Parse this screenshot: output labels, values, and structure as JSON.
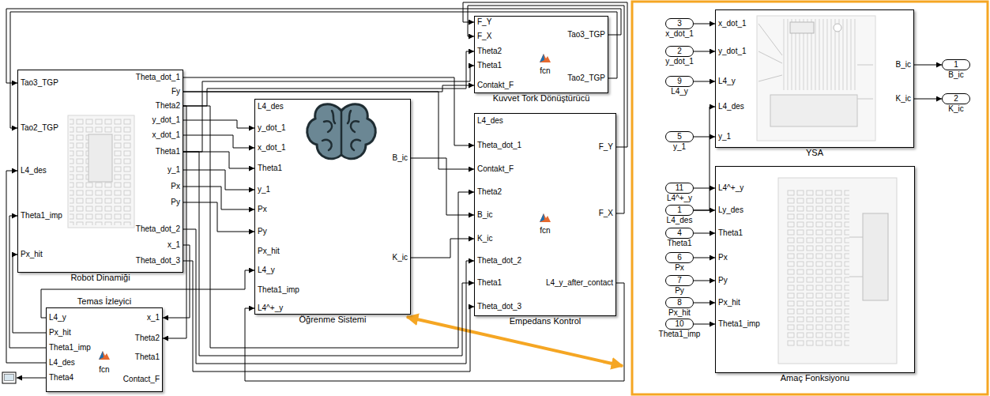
{
  "diagram": {
    "nodes": [
      {
        "text": [
          "Robot Dinamiği",
          "Tao3_TGP",
          "Tao2_TGP",
          "L4_des",
          "Theta1_imp",
          "Px_hit",
          "Theta_dot_1",
          "Fy",
          "Theta2",
          "y_dot_1",
          "x_dot_1",
          "Theta1",
          "y_1",
          "Px",
          "Py",
          "Theta_dot_2",
          "x_1",
          "Theta_dot_3"
        ]
      },
      {
        "text": [
          "Temas İzleyici",
          "fcn",
          "L4_y",
          "Px_hit",
          "Theta1_imp",
          "L4_des",
          "Theta4",
          "x_1",
          "Theta2",
          "Theta1",
          "Contact_F"
        ]
      },
      {
        "text": [
          "Öğrenme Sistemi",
          "L4_des",
          "y_dot_1",
          "x_dot_1",
          "Theta1",
          "y_1",
          "Px",
          "Py",
          "Px_hit",
          "L4_y",
          "Theta1_imp",
          "L4^+_y",
          "B_ic",
          "K_ic"
        ]
      },
      {
        "text": [
          "Kuvvet Tork Dönüştürücü",
          "fcn",
          "F_Y",
          "F_X",
          "Theta2",
          "Theta1",
          "Contakt_F",
          "Tao3_TGP",
          "Tao2_TGP"
        ]
      },
      {
        "text": [
          "Empedans Kontrol",
          "fcn",
          "L4_des",
          "Theta_dot_1",
          "Contakt_F",
          "Theta2",
          "B_ic",
          "K_ic",
          "Theta_dot_2",
          "Theta1",
          "Theta_dot_3",
          "F_Y",
          "F_X",
          "L4_y_after_contact"
        ]
      },
      {
        "text": [
          "YSA",
          "x_dot_1",
          "y_dot_1",
          "L4_y",
          "L4_des",
          "y_1",
          "B_ic",
          "K_ic"
        ]
      },
      {
        "text": [
          "Amaç Fonksiyonu",
          "L4^+_y",
          "Ly_des",
          "Theta1",
          "Px",
          "Py",
          "Px_hit",
          "Theta1_imp"
        ]
      },
      {
        "text": [
          "3",
          "x_dot_1"
        ]
      },
      {
        "text": [
          "2",
          "y_dot_1"
        ]
      },
      {
        "text": [
          "9",
          "L4_y"
        ]
      },
      {
        "text": [
          "5",
          "y_1"
        ]
      },
      {
        "text": [
          "11",
          "L4^+_y"
        ]
      },
      {
        "text": [
          "1",
          "L4_des"
        ]
      },
      {
        "text": [
          "4",
          "Theta1"
        ]
      },
      {
        "text": [
          "6",
          "Px"
        ]
      },
      {
        "text": [
          "7",
          "Py"
        ]
      },
      {
        "text": [
          "8",
          "Px_hit"
        ]
      },
      {
        "text": [
          "10",
          "Theta1_imp"
        ]
      },
      {
        "text": [
          "1",
          "B_ic"
        ]
      },
      {
        "text": [
          "2",
          "K_ic"
        ]
      }
    ],
    "edges": [
      {
        "from": 3,
        "to": 0,
        "arrow": "to"
      },
      {
        "from": 3,
        "to": 0,
        "arrow": "to"
      },
      {
        "from": 4,
        "to": 3,
        "arrow": "to"
      },
      {
        "from": 4,
        "to": 3,
        "arrow": "to"
      },
      {
        "from": 0,
        "to": 4,
        "arrow": "to"
      },
      {
        "from": 0,
        "to": 3,
        "arrow": "to"
      },
      {
        "from": 0,
        "to": 4,
        "arrow": "to"
      },
      {
        "from": 0,
        "to": 3,
        "arrow": "to"
      },
      {
        "from": 0,
        "to": 4,
        "arrow": "to"
      },
      {
        "from": 0,
        "to": 1,
        "arrow": "to"
      },
      {
        "from": 0,
        "to": 3,
        "arrow": "to"
      },
      {
        "from": 0,
        "to": 4,
        "arrow": "to"
      },
      {
        "from": 0,
        "to": 2,
        "arrow": "to"
      },
      {
        "from": 0,
        "to": 2,
        "arrow": "to"
      },
      {
        "from": 0,
        "to": 2,
        "arrow": "to"
      },
      {
        "from": 0,
        "to": 2,
        "arrow": "to"
      },
      {
        "from": 0,
        "to": 2,
        "arrow": "to"
      },
      {
        "from": 0,
        "to": 2,
        "arrow": "to"
      },
      {
        "from": 0,
        "to": 4,
        "arrow": "to"
      },
      {
        "from": 0,
        "to": 4,
        "arrow": "to"
      },
      {
        "from": 0,
        "to": 1,
        "arrow": "to"
      },
      {
        "from": 2,
        "to": 4,
        "arrow": "to"
      },
      {
        "from": 2,
        "to": 4,
        "arrow": "to"
      },
      {
        "from": 4,
        "to": 2,
        "arrow": "to"
      },
      {
        "from": 1,
        "to": 2,
        "arrow": "to"
      },
      {
        "from": 1,
        "to": 0,
        "arrow": "to"
      },
      {
        "from": 1,
        "to": 0,
        "arrow": "to"
      },
      {
        "from": 1,
        "to": 0,
        "arrow": "to"
      },
      {
        "from": 7,
        "to": 5,
        "arrow": "to"
      },
      {
        "from": 8,
        "to": 5,
        "arrow": "to"
      },
      {
        "from": 9,
        "to": 5,
        "arrow": "to"
      },
      {
        "from": 10,
        "to": 5,
        "arrow": "to"
      },
      {
        "from": 12,
        "to": 5,
        "arrow": "to"
      },
      {
        "from": 11,
        "to": 6,
        "arrow": "to"
      },
      {
        "from": 12,
        "to": 6,
        "arrow": "to"
      },
      {
        "from": 13,
        "to": 6,
        "arrow": "to"
      },
      {
        "from": 14,
        "to": 6,
        "arrow": "to"
      },
      {
        "from": 15,
        "to": 6,
        "arrow": "to"
      },
      {
        "from": 16,
        "to": 6,
        "arrow": "to"
      },
      {
        "from": 17,
        "to": 6,
        "arrow": "to"
      },
      {
        "from": 5,
        "to": 18,
        "arrow": "to"
      },
      {
        "from": 5,
        "to": 19,
        "arrow": "to"
      }
    ]
  }
}
